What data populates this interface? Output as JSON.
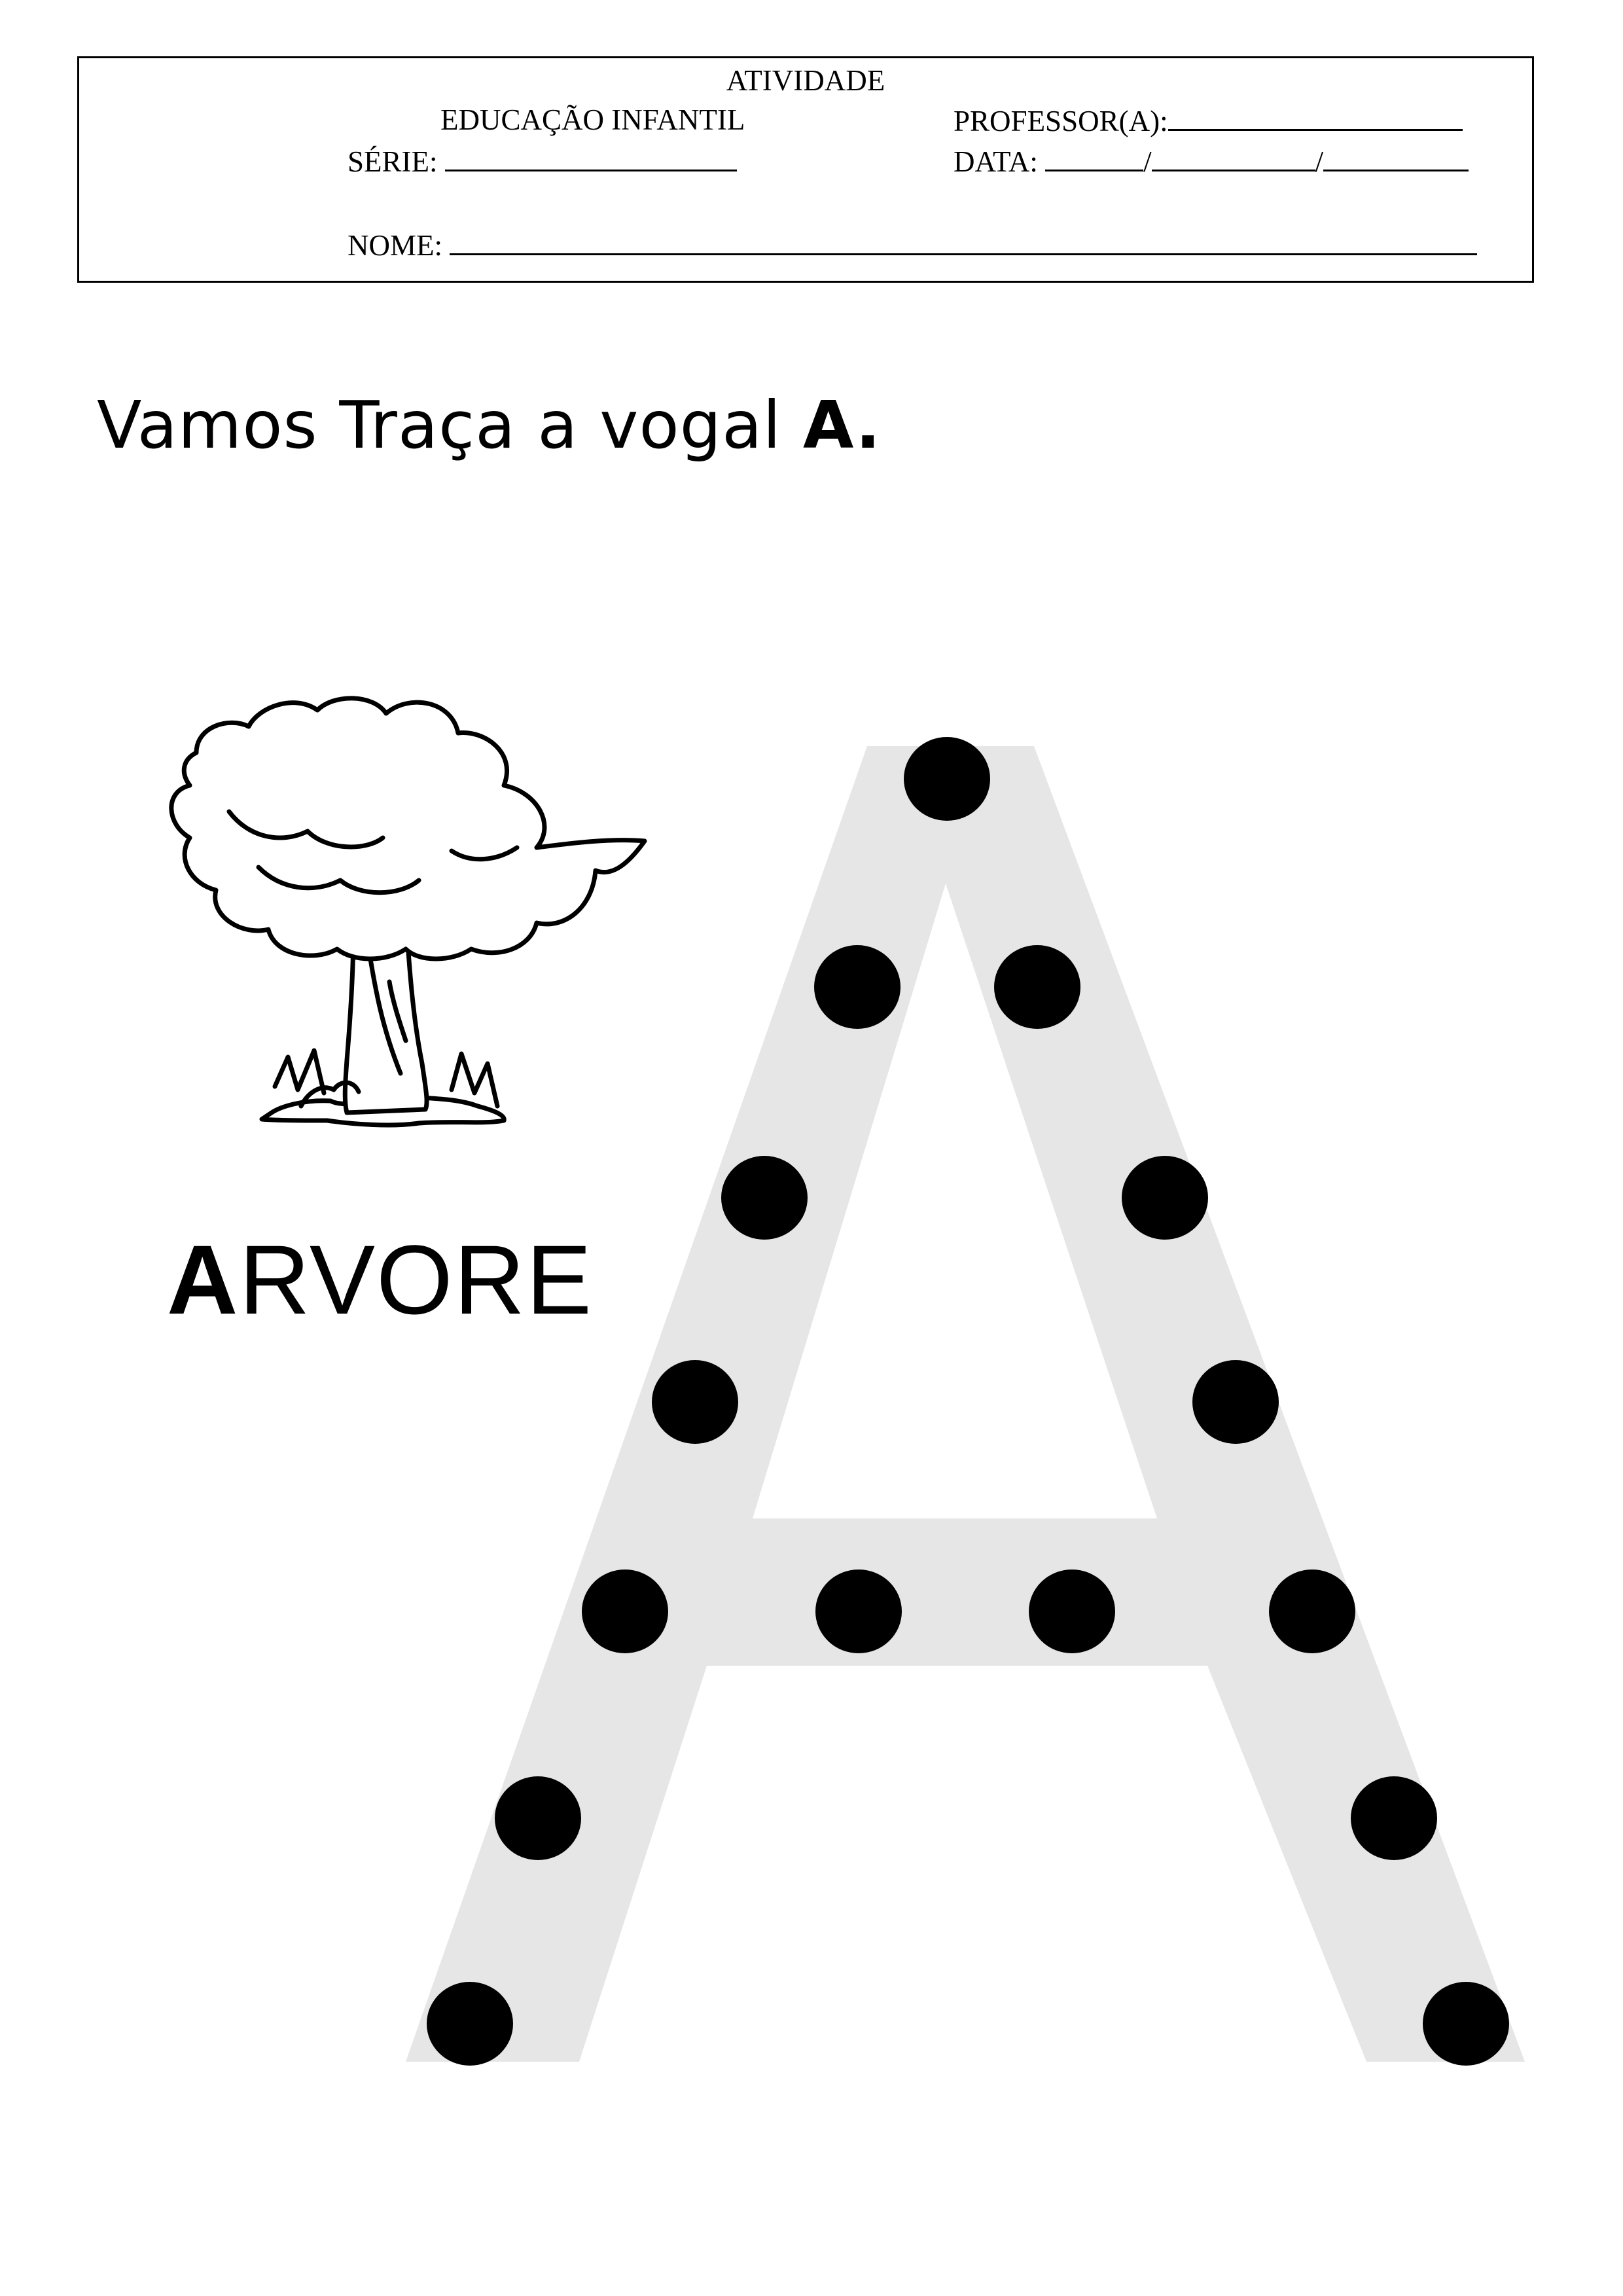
{
  "header": {
    "title": "ATIVIDADE",
    "level": "EDUCAÇÃO INFANTIL",
    "teacher_label": "PROFESSOR(A):",
    "grade_label": "SÉRIE:",
    "date_label": "DATA:",
    "date_separator": "/",
    "name_label": "NOME:"
  },
  "instruction": {
    "text": "Vamos Traça a vogal ",
    "letter": "A",
    "end": "."
  },
  "example_word": {
    "first_letter": "A",
    "rest": "RVORE"
  },
  "icons": {
    "picture": "tree-icon"
  },
  "colors": {
    "letter_fill": "#e6e6e6",
    "dot": "#000000"
  }
}
